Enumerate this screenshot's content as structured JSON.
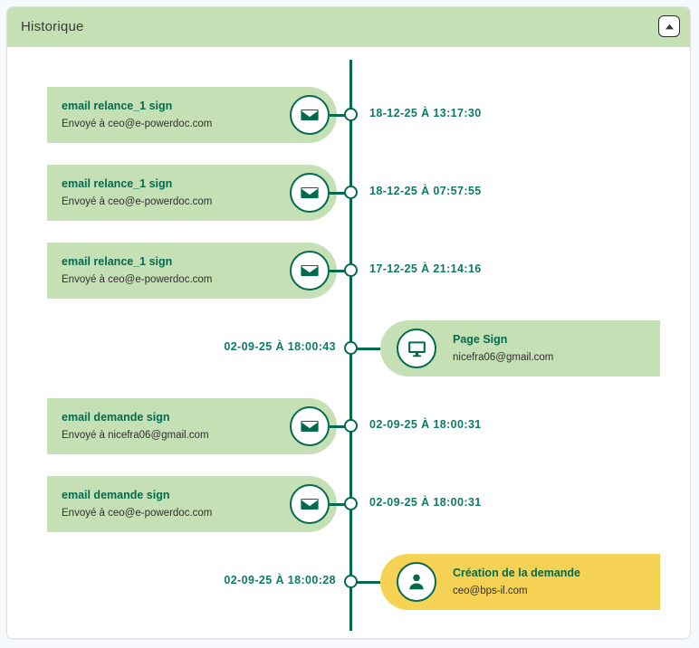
{
  "panel": {
    "title": "Historique",
    "collapse_icon": "chevron-up-icon",
    "header_bg": "#c5e0b4",
    "accent_green": "#046a4e",
    "card_green": "#c5e0b4",
    "card_yellow": "#f5d254",
    "time_color": "#0e7a67"
  },
  "timeline": {
    "events": [
      {
        "side": "left",
        "icon": "envelope-icon",
        "title": "email relance_1 sign",
        "subtitle": "Envoyé à ceo@e-powerdoc.com",
        "time": "18-12-25 À 13:17:30",
        "color": "green"
      },
      {
        "side": "left",
        "icon": "envelope-icon",
        "title": "email relance_1 sign",
        "subtitle": "Envoyé à ceo@e-powerdoc.com",
        "time": "18-12-25 À 07:57:55",
        "color": "green"
      },
      {
        "side": "left",
        "icon": "envelope-icon",
        "title": "email relance_1 sign",
        "subtitle": "Envoyé à ceo@e-powerdoc.com",
        "time": "17-12-25 À 21:14:16",
        "color": "green"
      },
      {
        "side": "right",
        "icon": "monitor-icon",
        "title": "Page Sign",
        "subtitle": "nicefra06@gmail.com",
        "time": "02-09-25 À 18:00:43",
        "color": "green"
      },
      {
        "side": "left",
        "icon": "envelope-icon",
        "title": "email demande sign",
        "subtitle": "Envoyé à nicefra06@gmail.com",
        "time": "02-09-25 À 18:00:31",
        "color": "green"
      },
      {
        "side": "left",
        "icon": "envelope-icon",
        "title": "email demande sign",
        "subtitle": "Envoyé à ceo@e-powerdoc.com",
        "time": "02-09-25 À 18:00:31",
        "color": "green"
      },
      {
        "side": "right",
        "icon": "person-icon",
        "title": "Création de la demande",
        "subtitle": "ceo@bps-il.com",
        "time": "02-09-25 À 18:00:28",
        "color": "yellow"
      }
    ]
  }
}
